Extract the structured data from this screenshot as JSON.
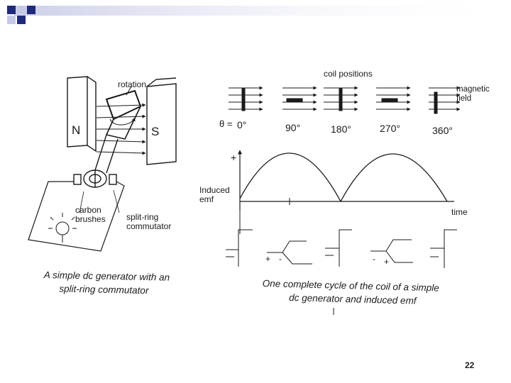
{
  "left_diagram": {
    "rotation_label": "rotation",
    "pole_north": "N",
    "pole_south": "S",
    "carbon_brushes_line1": "carbon",
    "carbon_brushes_line2": "brushes",
    "commutator_line1": "split-ring",
    "commutator_line2": "commutator",
    "caption_line1": "A simple dc generator with an",
    "caption_line2": "split-ring commutator"
  },
  "right_diagram": {
    "coil_positions_label": "coil positions",
    "magnetic_field_line1": "magnetic",
    "magnetic_field_line2": "field",
    "theta_label": "θ =",
    "angles": [
      "0°",
      "90°",
      "180°",
      "270°",
      "360°"
    ],
    "plus_sign": "+",
    "induced_emf_line1": "Induced",
    "induced_emf_line2": "emf",
    "time_label": "time",
    "polarity": [
      "+",
      "-",
      "-",
      "+"
    ],
    "caption_line1": "One complete cycle of the coil of a simple",
    "caption_line2": "dc generator and induced emf"
  },
  "slide": {
    "page_number": "22"
  },
  "colors": {
    "accent_dark": "#1f2a7a",
    "accent_light": "#c6c9e6",
    "line": "#1a1a1a"
  }
}
